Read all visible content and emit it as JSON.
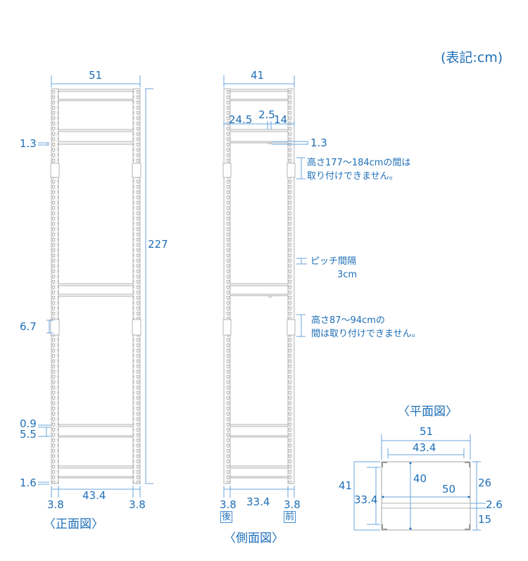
{
  "unit_label": "(表記:cm)",
  "colors": {
    "dimension": "#1f6fb7",
    "frame": "#b5b5b5",
    "frame_fill": "#f2f2f2"
  },
  "front_view": {
    "title": "〈正面図〉",
    "width_overall": "51",
    "height_overall": "227",
    "shelf_thickness_top": "1.3",
    "joint_gap": "6.7",
    "shelf_spacing_a": "0.9",
    "shelf_spacing_b": "5.5",
    "bottom_gap": "1.6",
    "post_left": "3.8",
    "inner_width": "43.4",
    "post_right": "3.8"
  },
  "side_view": {
    "title": "〈側面図〉",
    "depth_overall": "41",
    "rail_offset_a": "24.5",
    "rail_offset_b": "2.5",
    "rail_offset_c": "14",
    "rail_thickness": "1.3",
    "note_upper": [
      "高さ177〜184cmの間は",
      "取り付けできません。"
    ],
    "pitch_note": [
      "ピッチ間隔",
      "3cm"
    ],
    "note_lower": [
      "高さ87〜94cmの",
      "間は取り付けできません。"
    ],
    "post_back": "3.8",
    "inner_depth": "33.4",
    "post_front": "3.8",
    "back_label": "後",
    "front_label": "前"
  },
  "plan_view": {
    "title": "〈平面図〉",
    "width_overall": "51",
    "inner_width": "43.4",
    "depth_overall": "41",
    "inner_depth": "33.4",
    "shelf_depth": "40",
    "shelf_width": "50",
    "rear_section": "26",
    "rail_width": "2.6",
    "front_section": "15"
  }
}
